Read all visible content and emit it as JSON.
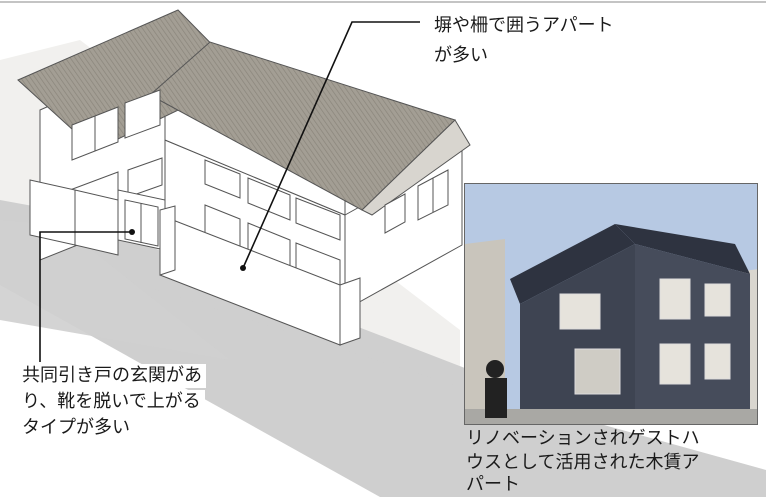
{
  "callouts": {
    "fence": {
      "line1": "塀や柵で囲うアパート",
      "line2": "が多い"
    },
    "entrance": {
      "line1": "共同引き戸の玄関があ",
      "line2": "り、靴を脱いで上がる",
      "line3": "タイプが多い"
    }
  },
  "photo": {
    "caption_line1": "リノベーションされゲストハ",
    "caption_line2": "ウスとして活用された木賃ア",
    "caption_line3": "パート"
  },
  "colors": {
    "road": "#cfcfcf",
    "sidewalk": "#f0efed",
    "roof": "#9b968c",
    "wall": "#ffffff",
    "outline": "#555555",
    "photo_building": "#3e4452",
    "photo_sky": "#b7c9e3"
  }
}
